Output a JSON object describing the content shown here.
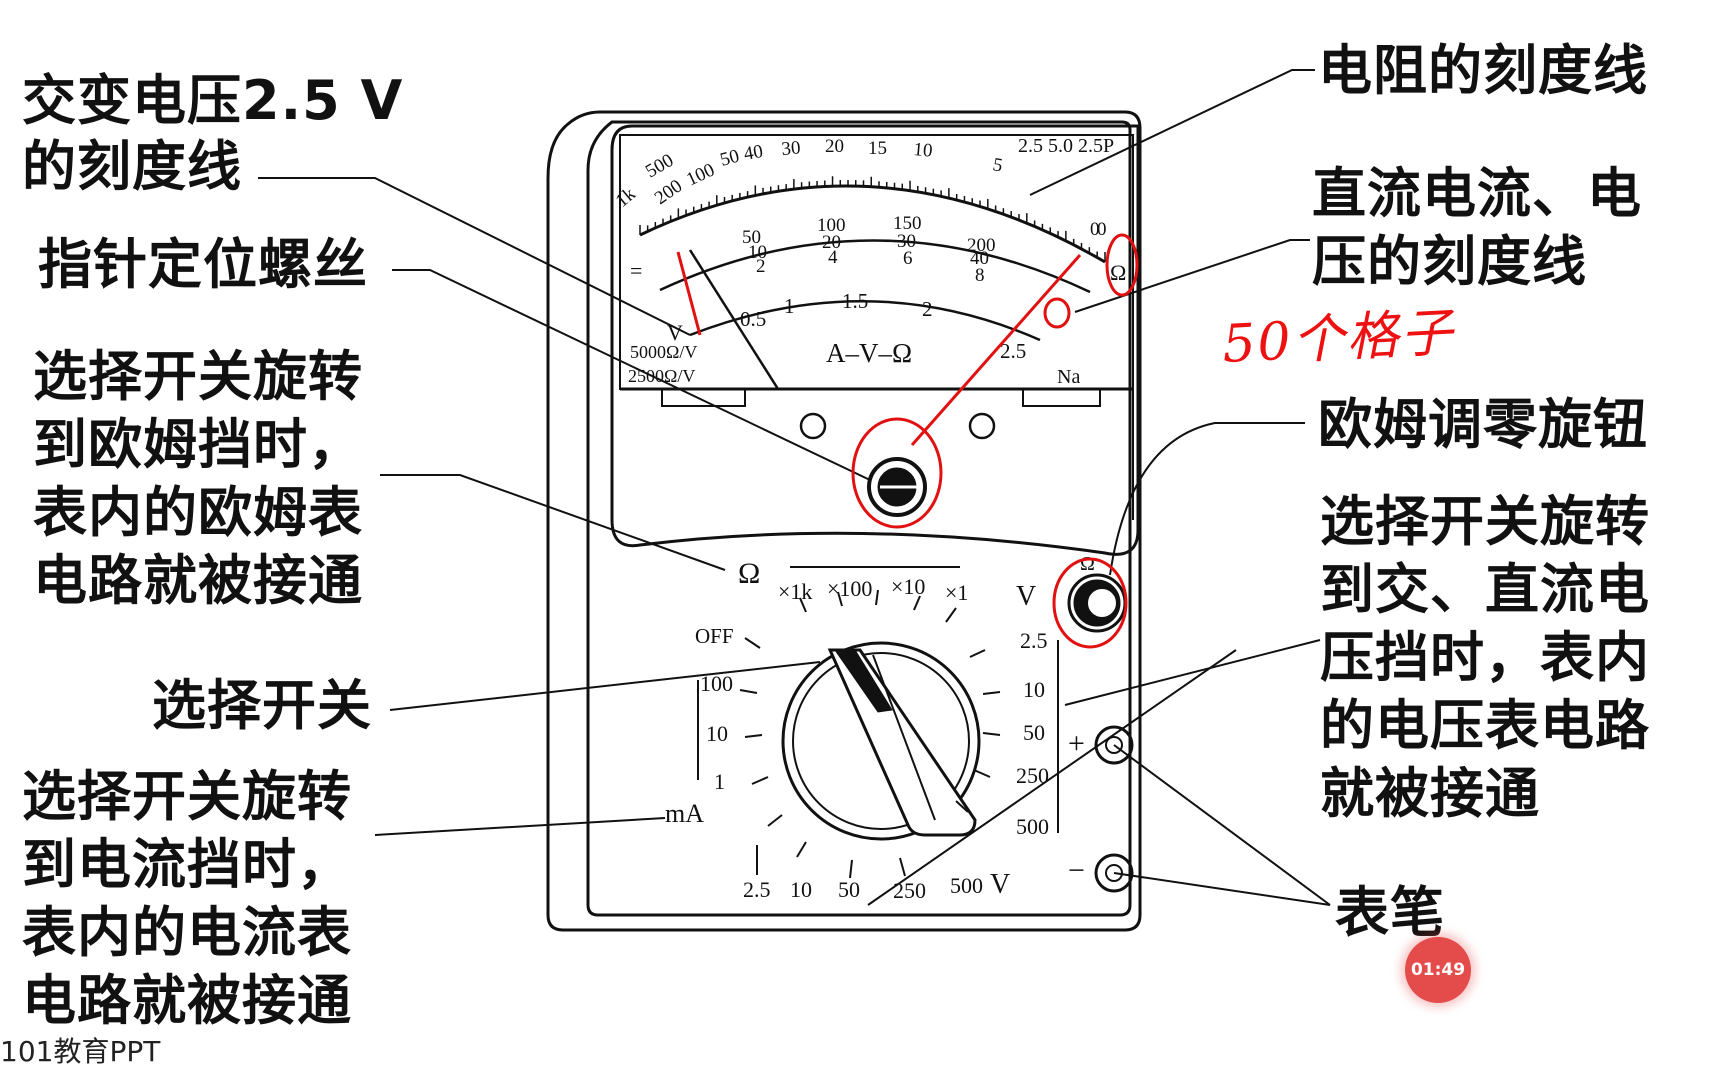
{
  "labels": {
    "ac_scale": [
      "交变电压2.5 V",
      "的刻度线"
    ],
    "pointer_screw": "指针定位螺丝",
    "ohm_mode": [
      "选择开关旋转",
      "到欧姆挡时，",
      "表内的欧姆表",
      "电路就被接通"
    ],
    "selector": "选择开关",
    "current_mode": [
      "选择开关旋转",
      "到电流挡时，",
      "表内的电流表",
      "电路就被接通"
    ],
    "resistance_scale": "电阻的刻度线",
    "dc_scale": [
      "直流电流、电",
      "压的刻度线"
    ],
    "ohm_zero_knob": "欧姆调零旋钮",
    "voltage_mode": [
      "选择开关旋转",
      "到交、直流电",
      "压挡时，表内",
      "的电压表电路",
      "就被接通"
    ],
    "probes": "表笔"
  },
  "meter": {
    "ohm_ticks": [
      "1k",
      "500",
      "200",
      "100",
      "50",
      "40",
      "30",
      "20",
      "15",
      "10",
      "5",
      "0"
    ],
    "dc_ticks_top": [
      "50",
      "100",
      "150",
      "200"
    ],
    "dc_ticks_mid": [
      "10",
      "20",
      "30",
      "40"
    ],
    "dc_ticks_low": [
      "2",
      "4",
      "6",
      "8"
    ],
    "ac_ticks": [
      "0.5",
      "1",
      "1.5",
      "2",
      "2.5"
    ],
    "zero_marks": [
      "0",
      "0"
    ],
    "top_right_scale": "2.5 5.0 2.5P",
    "model_text": "A–V–Ω",
    "na_label": "Na",
    "omega_right": "Ω",
    "left_spec_1": "5000Ω/V",
    "left_spec_2": "2500Ω/V",
    "v_mark": "V",
    "dc_mark": "="
  },
  "dial": {
    "omega_label": "Ω",
    "ohm_ranges": [
      "×1k",
      "×100",
      "×10",
      "×1"
    ],
    "off_label": "OFF",
    "v_label": "V",
    "v_ranges_right": [
      "2.5",
      "10",
      "50",
      "250",
      "500"
    ],
    "ma_ranges": [
      "100",
      "10",
      "1"
    ],
    "ma_label": "mA",
    "v_ranges_bottom": [
      "2.5",
      "10",
      "50",
      "250",
      "500"
    ],
    "v_bottom_label": "V",
    "knob_omega": "Ω",
    "plus_label": "+",
    "minus_label": "−"
  },
  "annotation": {
    "handwritten": "50个格子",
    "color": "#e11111"
  },
  "overlay": {
    "timer": "01:49",
    "watermark": "101教育PPT",
    "timer_color": "#e44b4b"
  }
}
